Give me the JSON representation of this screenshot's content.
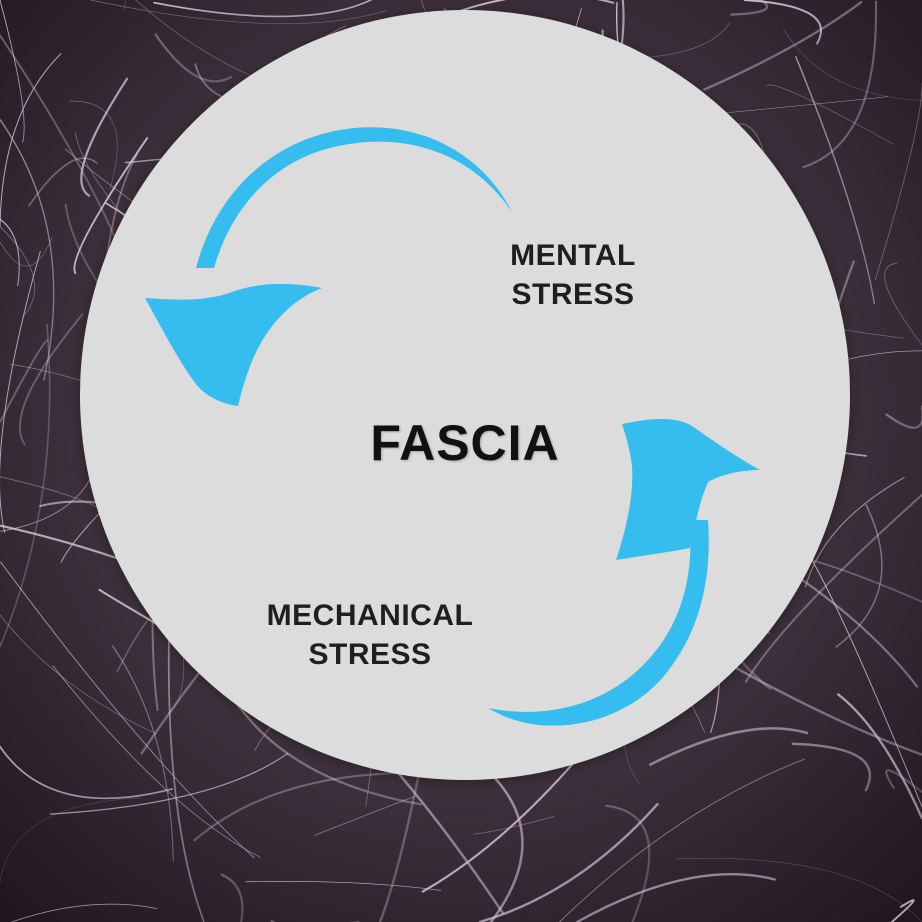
{
  "diagram": {
    "center_label": "FASCIA",
    "top_label": {
      "line1": "MENTAL",
      "line2": "STRESS"
    },
    "bottom_label": {
      "line1": "MECHANICAL",
      "line2": "STRESS"
    }
  },
  "colors": {
    "circle_fill": "#dcdcdc",
    "arrow": "#35bdf0",
    "text": "#1f1f1f",
    "background_dark": "#2a2028",
    "background_fiber": "#e8d8e4"
  },
  "icons": {
    "top_arrow": "curved-arrow-counterclockwise-icon",
    "bottom_arrow": "curved-arrow-up-icon"
  }
}
